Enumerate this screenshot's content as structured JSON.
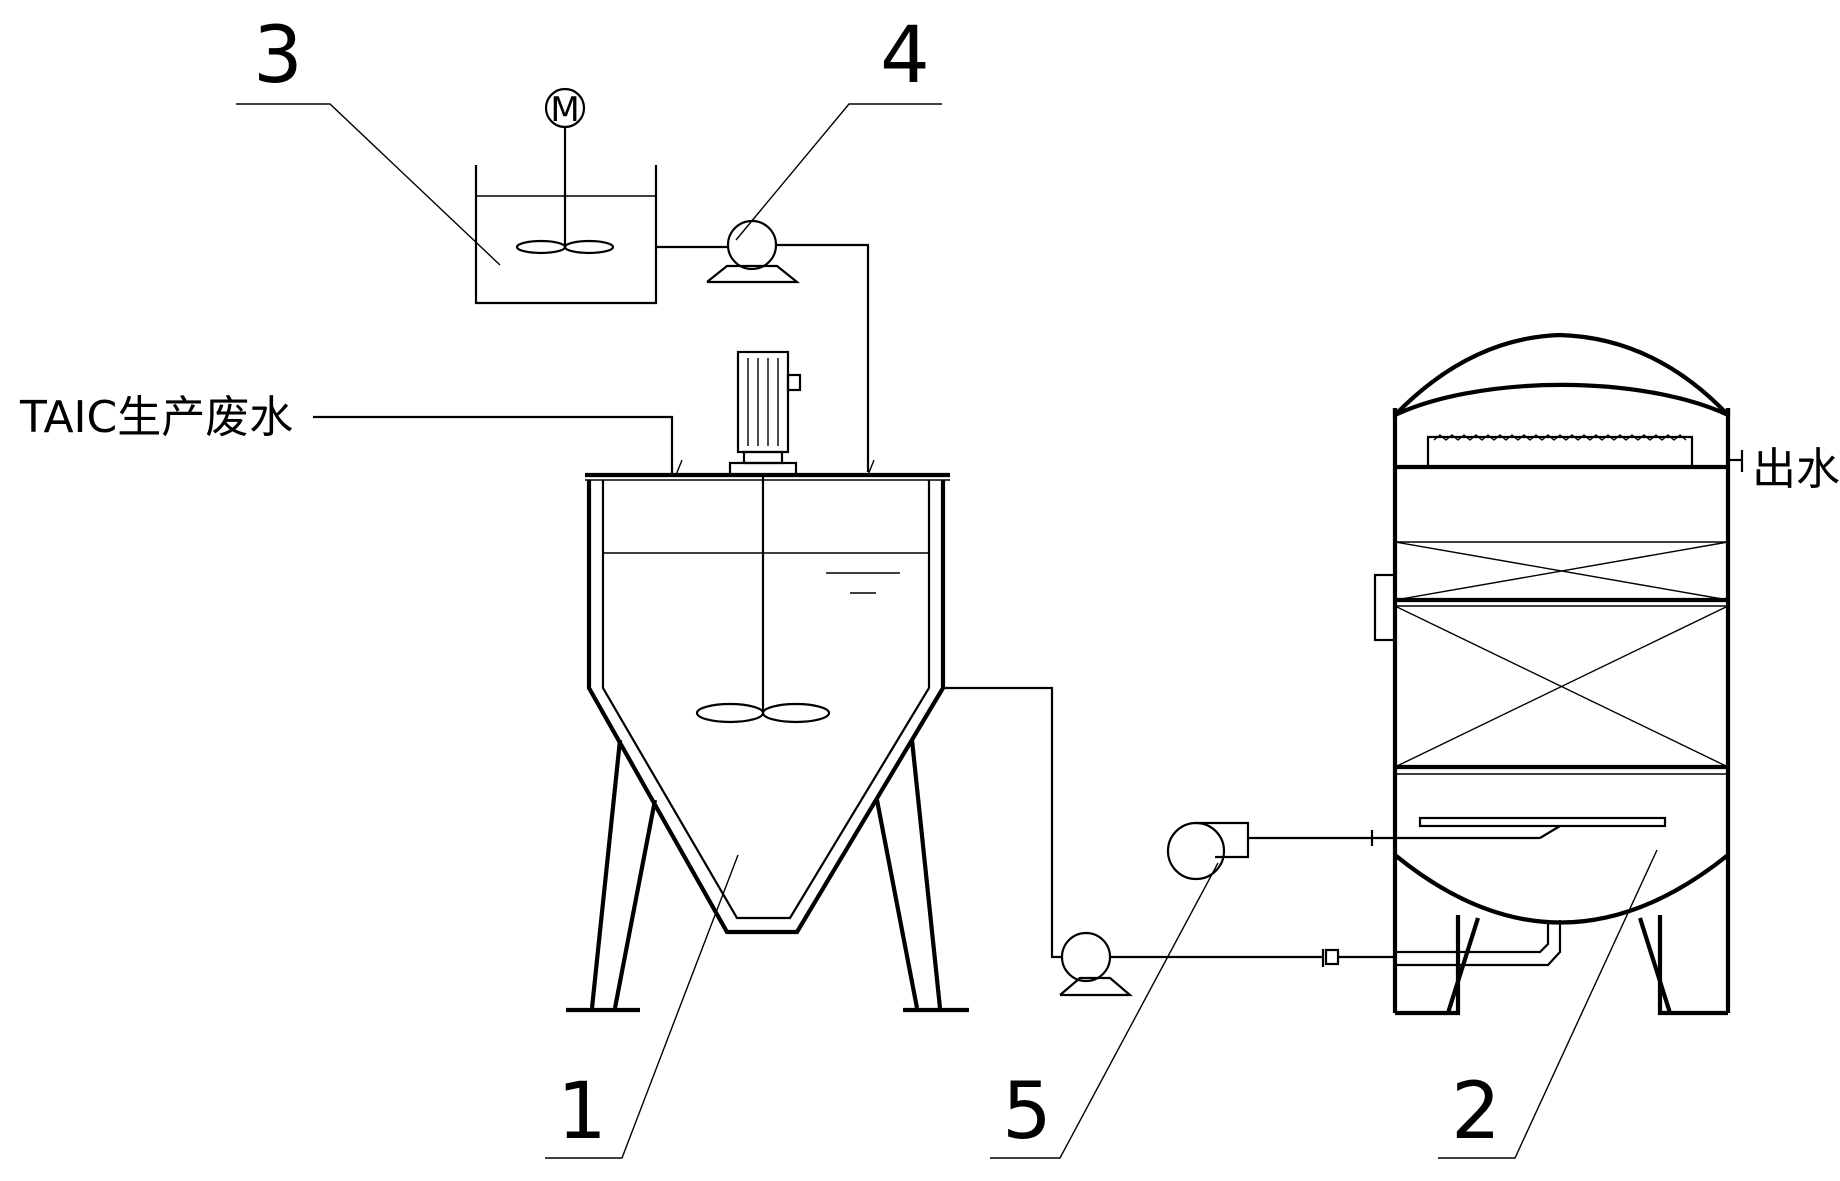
{
  "labels": {
    "n1": "1",
    "n2": "2",
    "n3": "3",
    "n4": "4",
    "n5": "5",
    "motor": "M",
    "inlet": "TAIC生产废水",
    "outlet": "出水"
  }
}
